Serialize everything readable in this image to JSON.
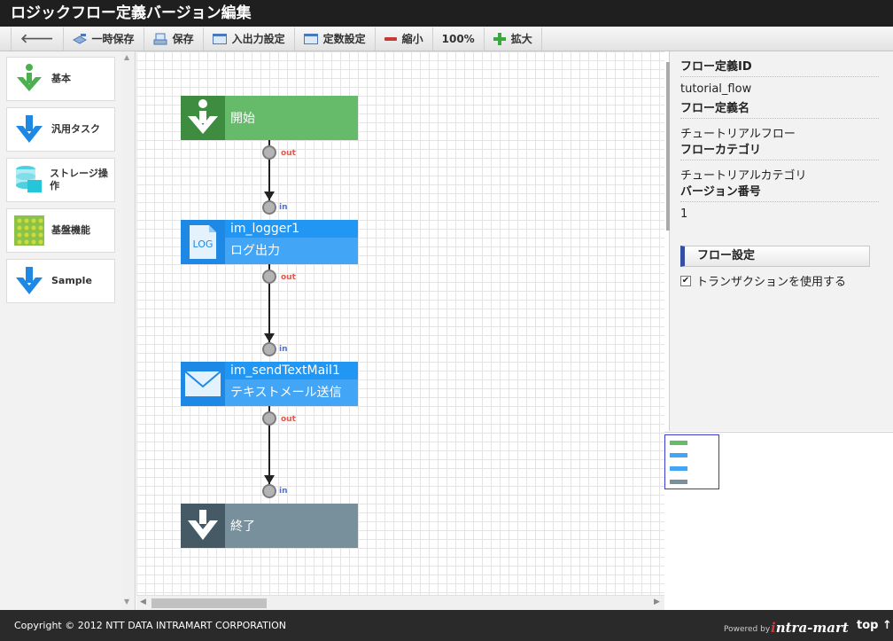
{
  "window": {
    "title": "ロジックフロー定義バージョン編集"
  },
  "toolbar": {
    "back_icon": "arrow-left-icon",
    "temp_save": "一時保存",
    "save": "保存",
    "io_settings": "入出力設定",
    "const_settings": "定数設定",
    "zoom_out": "縮小",
    "zoom_level": "100%",
    "zoom_in": "拡大"
  },
  "palette": {
    "items": [
      {
        "label": "基本",
        "icon": "start-arrow-icon"
      },
      {
        "label": "汎用タスク",
        "icon": "down-arrow-icon"
      },
      {
        "label": "ストレージ操作",
        "icon": "storage-icon"
      },
      {
        "label": "基盤機能",
        "icon": "grid-dots-icon"
      },
      {
        "label": "Sample",
        "icon": "down-arrow-icon"
      }
    ]
  },
  "flow": {
    "start": {
      "label": "開始"
    },
    "logger": {
      "id": "im_logger1",
      "label": "ログ出力",
      "icon_text": "LOG"
    },
    "mail": {
      "id": "im_sendTextMail1",
      "label": "テキストメール送信"
    },
    "end": {
      "label": "終了"
    },
    "port_out": "out",
    "port_in": "in"
  },
  "properties": {
    "flow_id_label": "フロー定義ID",
    "flow_id_value": "tutorial_flow",
    "flow_name_label": "フロー定義名",
    "flow_name_value": "チュートリアルフロー",
    "category_label": "フローカテゴリ",
    "category_value": "チュートリアルカテゴリ",
    "version_label": "バージョン番号",
    "version_value": "1",
    "flow_settings_button": "フロー設定",
    "transaction_label": "トランザクションを使用する",
    "transaction_checked": true
  },
  "footer": {
    "copyright": "Copyright © 2012 NTT DATA INTRAMART CORPORATION",
    "powered": "Powered by",
    "brand_i": "i",
    "brand_rest": "ntra-mart",
    "top": "top ↑"
  },
  "colors": {
    "start_green": "#66bb6a",
    "start_dark": "#3d8c40",
    "task_blue": "#42a5f5",
    "task_dark": "#1e88e5",
    "end_gray": "#78909c",
    "end_dark": "#455a64"
  }
}
